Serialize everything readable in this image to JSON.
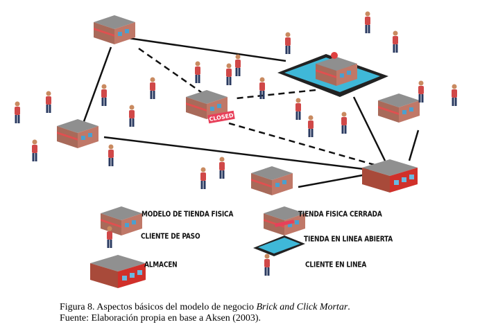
{
  "legend": {
    "physical_store": "MODELO DE TIENDA FISICA",
    "closed_store": "TIENDA FISICA CERRADA",
    "walk_in_client": "CLIENTE DE PASO",
    "online_store": "TIENDA EN LINEA ABIERTA",
    "warehouse": "ALMACEN",
    "online_client": "CLIENTE EN LINEA"
  },
  "closed_sign": "CLOSED",
  "caption": {
    "line1_prefix": "Figura 8. Aspectos básicos del modelo de negocio ",
    "line1_italic": "Brick and Click Mortar",
    "line1_suffix": ".",
    "line2": "Fuente: Elaboración propia en base a Aksen (2003)."
  },
  "colors": {
    "store_roof": "#8a8a8a",
    "store_wall": "#b07060",
    "warehouse_wall": "#d0302a",
    "phone_screen": "#3fb8d8",
    "closed_sign": "#e8405a"
  }
}
